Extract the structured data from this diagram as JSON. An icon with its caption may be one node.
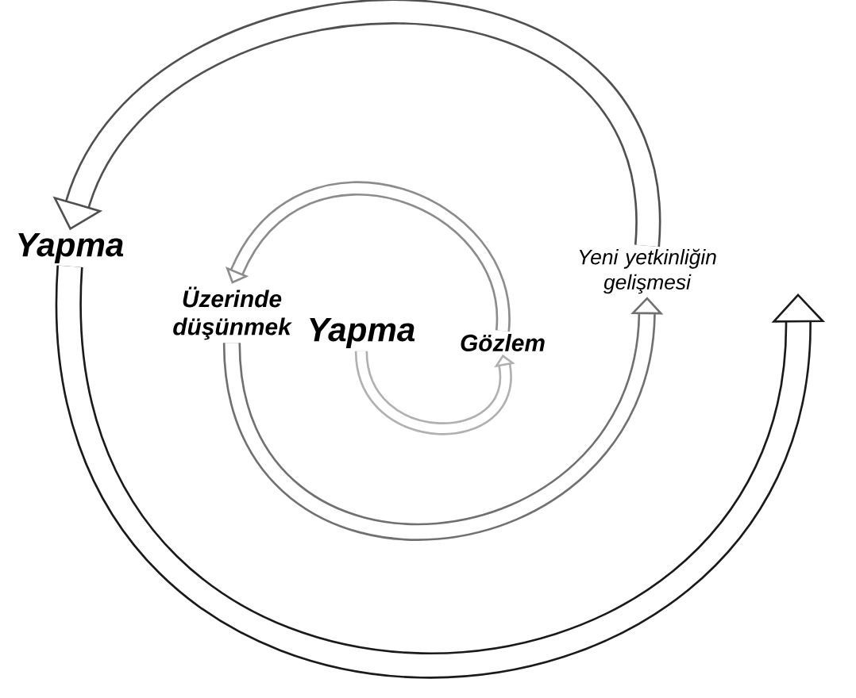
{
  "diagram": {
    "nodes": [
      {
        "text": [
          "Yapma"
        ]
      },
      {
        "text": [
          "Yeni yetkinliğin gelişmesi"
        ]
      },
      {
        "text": [
          "Üzerinde düşünmek"
        ]
      },
      {
        "text": [
          "Yapma"
        ]
      },
      {
        "text": [
          "Gözlem"
        ]
      }
    ],
    "edges": [
      {
        "from": 3,
        "to": 4,
        "arrow": "to",
        "color": "#b0b0b0"
      },
      {
        "from": 4,
        "to": 2,
        "arrow": "to",
        "color": "#8c8c8c"
      },
      {
        "from": 2,
        "to": 1,
        "arrow": "to",
        "color": "#707070"
      },
      {
        "from": 1,
        "to": 0,
        "arrow": "to",
        "color": "#505050"
      },
      {
        "from": 0,
        "to": null,
        "arrow": "to",
        "color": "#1a1a1a"
      }
    ]
  }
}
